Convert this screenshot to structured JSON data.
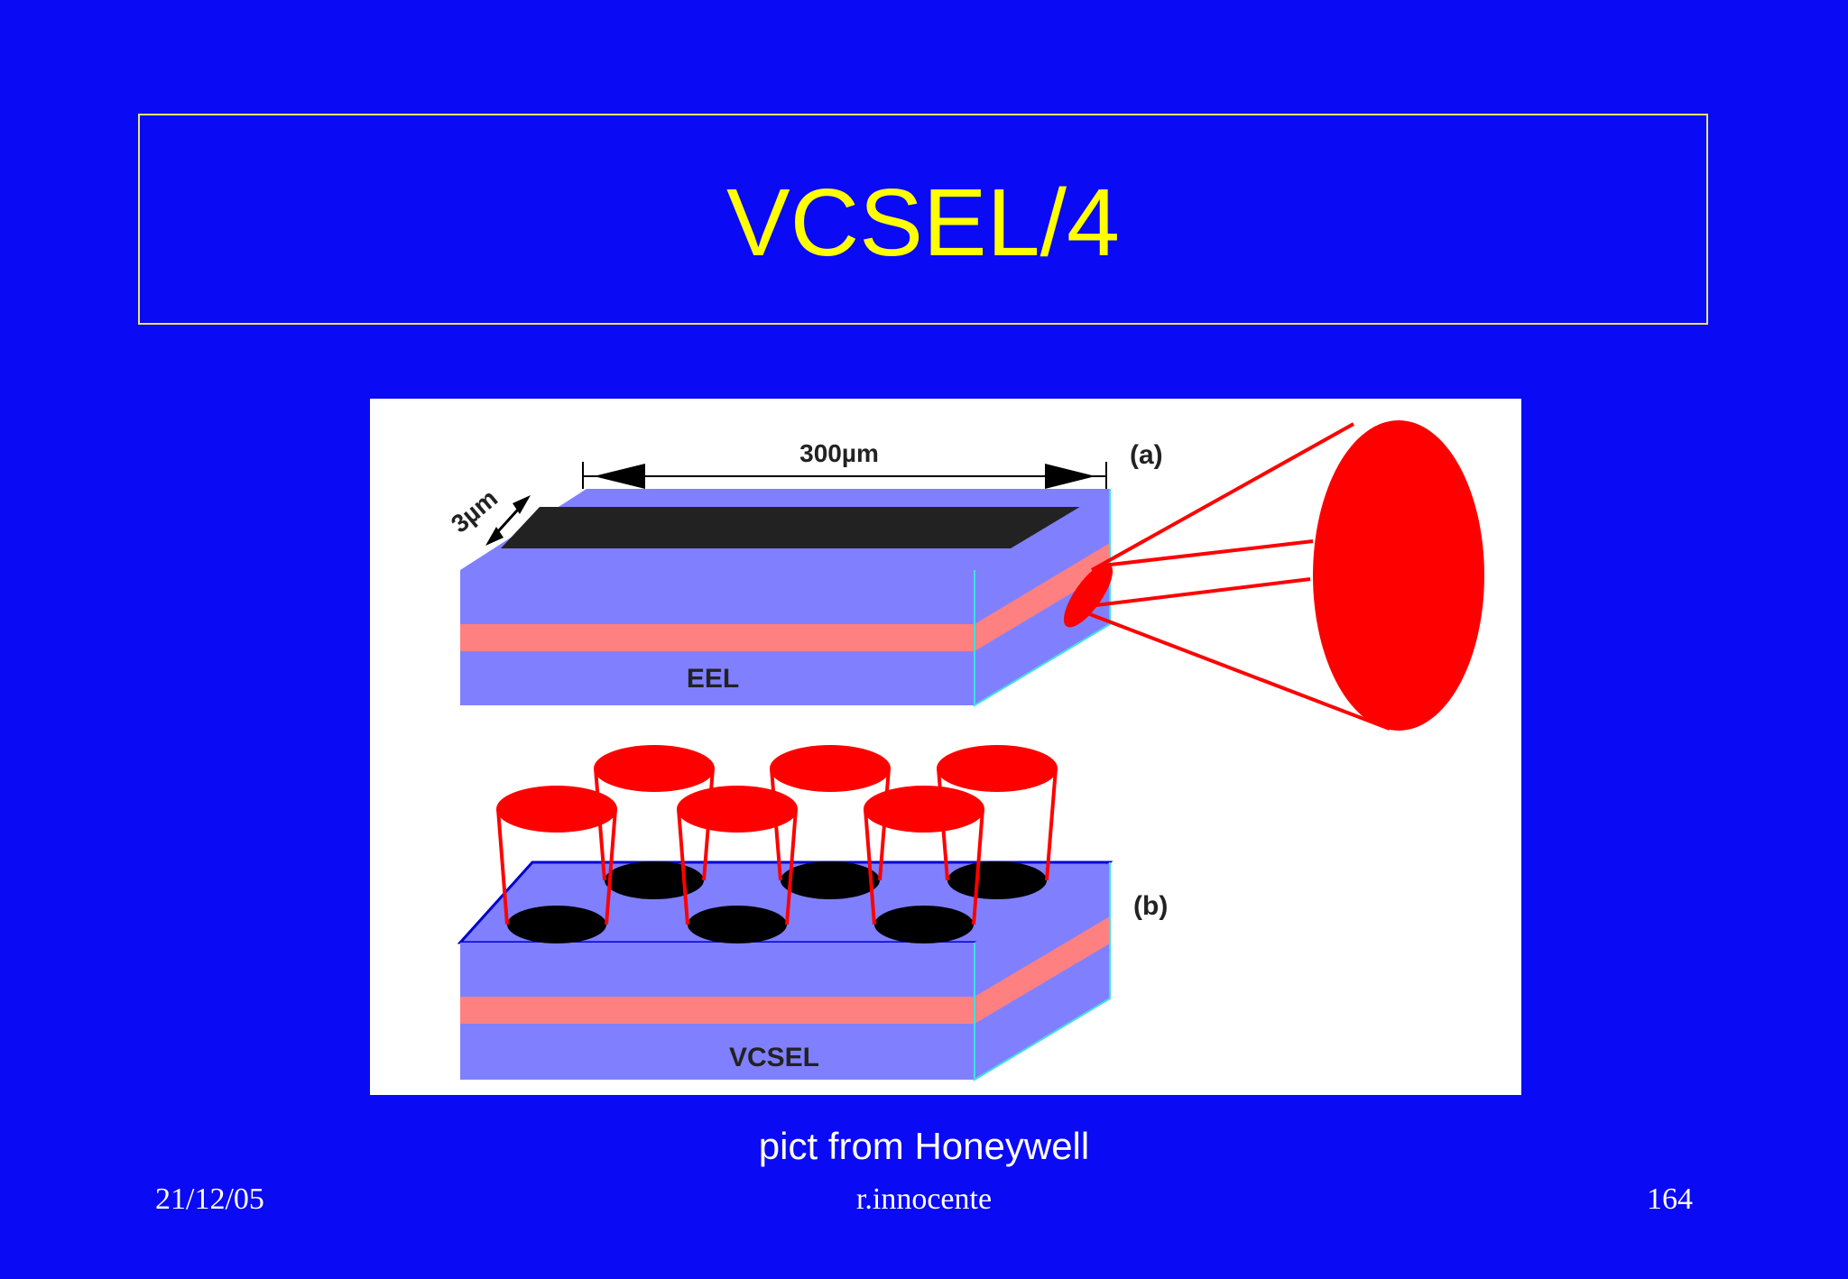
{
  "slide": {
    "title": "VCSEL/4",
    "caption": "pict from Honeywell",
    "footer": {
      "date": "21/12/05",
      "author": "r.innocente",
      "page": "164"
    }
  },
  "figure": {
    "panel_a": {
      "tag": "(a)",
      "length_label": "300µm",
      "width_label": "3µm",
      "device_label": "EEL"
    },
    "panel_b": {
      "tag": "(b)",
      "device_label": "VCSEL"
    },
    "colors": {
      "laser_body": "#8080ff",
      "active_layer": "#ff8080",
      "beam": "#ff0000",
      "stripe": "#222222",
      "aperture": "#000000"
    }
  }
}
